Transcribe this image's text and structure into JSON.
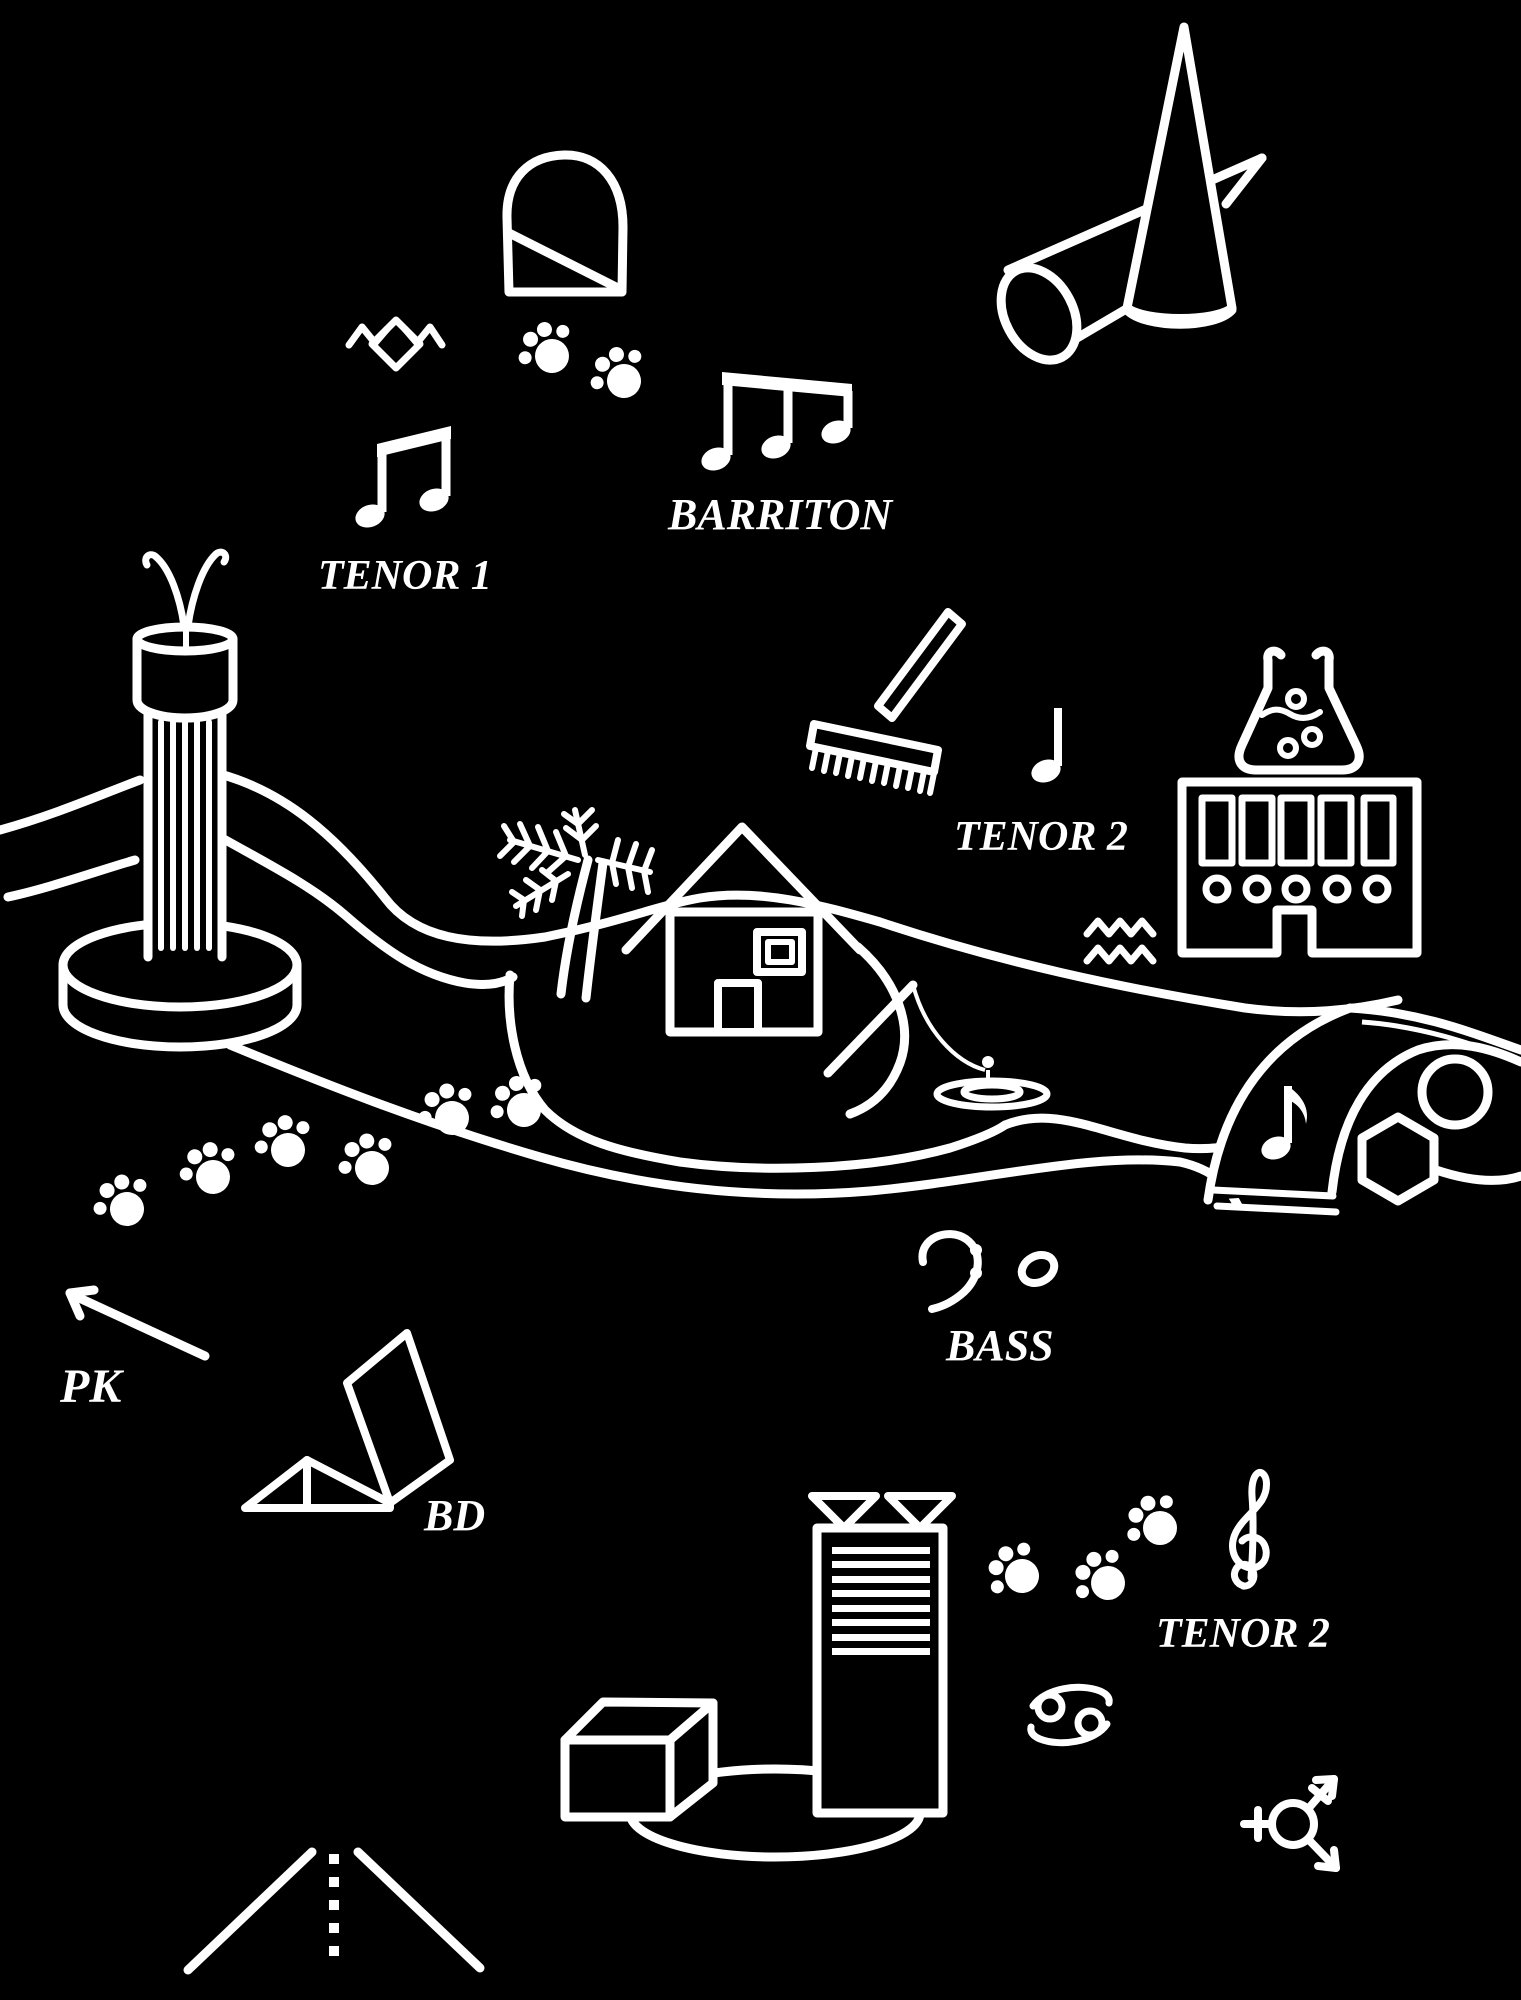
{
  "title": "Hand-drawn white-on-black choir map",
  "colors": {
    "background": "#000000",
    "ink": "#ffffff"
  },
  "labels": {
    "tenor1": "TENOR 1",
    "barriton": "BARRITON",
    "tenor2_river": "TENOR 2",
    "bass": "BASS",
    "pk": "PK",
    "bd": "BD",
    "tenor2_south": "TENOR 2"
  },
  "icons": [
    {
      "name": "dome-tent-icon",
      "desc": "arched dome with diagonal fold line"
    },
    {
      "name": "spider-icon",
      "desc": "diamond body with zigzag legs"
    },
    {
      "name": "paw-print-icon",
      "desc": "animal paw pad with four toes"
    },
    {
      "name": "eighth-note-pair-icon",
      "desc": "two beamed eighth notes (TENOR 1)"
    },
    {
      "name": "eighth-note-triplet-icon",
      "desc": "three beamed eighth notes (BARRITON)"
    },
    {
      "name": "megaphone-icon",
      "desc": "tilted open tube behind cone"
    },
    {
      "name": "cone-icon",
      "desc": "tall standing cone"
    },
    {
      "name": "fountain-column-icon",
      "desc": "fluted column fountain with two water jets on round base"
    },
    {
      "name": "river",
      "desc": "winding double-bank river with island"
    },
    {
      "name": "tree-icon",
      "desc": "scraggly needle-branch tree"
    },
    {
      "name": "house-icon",
      "desc": "house with window and door on island"
    },
    {
      "name": "rake-icon",
      "desc": "rake with toothed head"
    },
    {
      "name": "quarter-note-icon",
      "desc": "single quarter note (TENOR 2)"
    },
    {
      "name": "flask-icon",
      "desc": "erlenmeyer flask with bubbles"
    },
    {
      "name": "factory-icon",
      "desc": "building facade, five windows, five portholes, door notch"
    },
    {
      "name": "water-zigzag-icon",
      "desc": "two zigzag water lines"
    },
    {
      "name": "bridge-icon",
      "desc": "arched bridge ramp with deck lines"
    },
    {
      "name": "flagged-eighth-note-icon",
      "desc": "eighth note with flag on bridge"
    },
    {
      "name": "ball-icon",
      "desc": "circle boulder at bridge end"
    },
    {
      "name": "hexagon-icon",
      "desc": "hexagonal boulder"
    },
    {
      "name": "fishing-rod-icon",
      "desc": "rod, line, bobber and pond ripples"
    },
    {
      "name": "bass-clef-icon",
      "desc": "bass clef with two dots"
    },
    {
      "name": "whole-note-icon",
      "desc": "oval whole note beside bass clef"
    },
    {
      "name": "direction-arrow-icon",
      "desc": "arrow pointing up-left (PK)"
    },
    {
      "name": "open-laptop-icon",
      "desc": "open laptop / lectern shape (BD)"
    },
    {
      "name": "tower-icon",
      "desc": "striped skyscraper with two antenna funnels"
    },
    {
      "name": "cube-icon",
      "desc": "3D cube block"
    },
    {
      "name": "shadow-ellipse-icon",
      "desc": "large ground ellipse"
    },
    {
      "name": "treble-clef-icon",
      "desc": "treble clef (TENOR 2 south)"
    },
    {
      "name": "cancer-zodiac-icon",
      "desc": "cancer 69 zodiac sign"
    },
    {
      "name": "transgender-symbol-icon",
      "desc": "circle with cross arm and two arrows"
    },
    {
      "name": "road-icon",
      "desc": "perspective road with dashed centerline"
    }
  ]
}
